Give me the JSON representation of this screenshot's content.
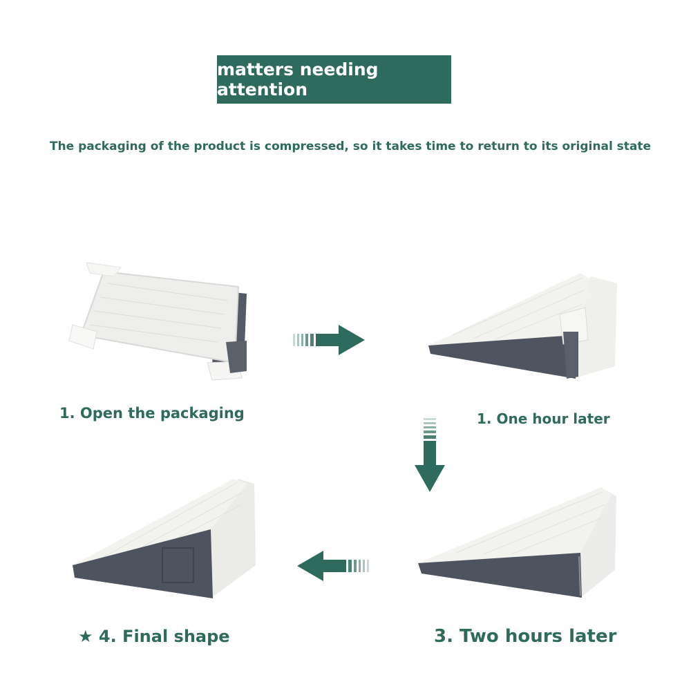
{
  "header": {
    "title": "matters needing attention"
  },
  "notice": {
    "text": "The packaging of the product is compressed, so it takes time to return to its original state"
  },
  "steps": [
    {
      "label": "1. Open the packaging"
    },
    {
      "label": "1. One hour later"
    },
    {
      "label": "3. Two hours later"
    },
    {
      "label": "★ 4. Final shape"
    }
  ],
  "colors": {
    "brand_green": "#2e6b5c",
    "pillow_white": "#f1f1ee",
    "pillow_gray": "#4e5360"
  },
  "icons": {
    "arrow_right": "arrow-right-icon",
    "arrow_down": "arrow-down-icon",
    "arrow_left": "arrow-left-icon"
  }
}
